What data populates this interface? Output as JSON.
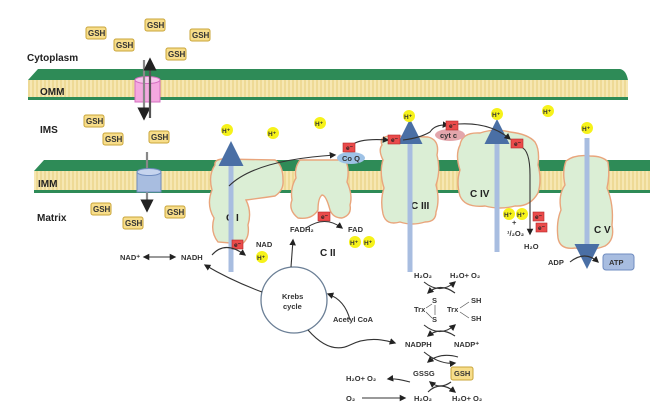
{
  "regions": {
    "cytoplasm": "Cytoplasm",
    "omm": "OMM",
    "ims": "IMS",
    "imm": "IMM",
    "matrix": "Matrix"
  },
  "gsh_label": "GSH",
  "h_plus_label": "H⁺",
  "electron_label": "e⁻",
  "complexes": {
    "c1": "C I",
    "c2": "C II",
    "c3": "C III",
    "c4": "C IV",
    "c5": "C V"
  },
  "carriers": {
    "coq": "Co Q",
    "cytc": "cyt c"
  },
  "metabolites": {
    "nad_plus": "NAD⁺",
    "nadh": "NADH",
    "nad": "NAD",
    "fadh2": "FADH₂",
    "fad": "FAD",
    "half_o2": "¹/₂O₂",
    "plus": "+",
    "h2o": "H₂O",
    "adp": "ADP",
    "atp": "ATP",
    "krebs_line1": "Krebs",
    "krebs_line2": "cycle",
    "acetyl_coa": "Acetyl CoA"
  },
  "redox": {
    "h2o2_top": "H₂O₂",
    "h2o_o2_top": "H₂O+ O₂",
    "trx_left": "Trx",
    "trx_right": "Trx",
    "s": "S",
    "sh": "SH",
    "nadph": "NADPH",
    "nadp_plus": "NADP⁺",
    "gssg": "GSSG",
    "gsh": "GSH",
    "h2o_o2_left": "H₂O+ O₂",
    "o2": "O₂",
    "h2o2_bottom": "H₂O₂",
    "h2o_o2_bottom": "H₂O+ O₂"
  },
  "colors": {
    "membrane_head": "#2e8b57",
    "membrane_tail": "#f3e2a6",
    "complex_fill": "#dbeed5",
    "complex_stroke": "#e9a57c",
    "proton_pump": "#a8bde0",
    "h_plus": "#f6f21a",
    "electron": "#ea4b4b",
    "gsh": "#f7dd8a",
    "omm_channel": "#f4a8e0",
    "imm_channel": "#a8bde0",
    "coq": "#9ec2e6",
    "cytc": "#e3a6ac",
    "atp": "#a8bde0"
  }
}
